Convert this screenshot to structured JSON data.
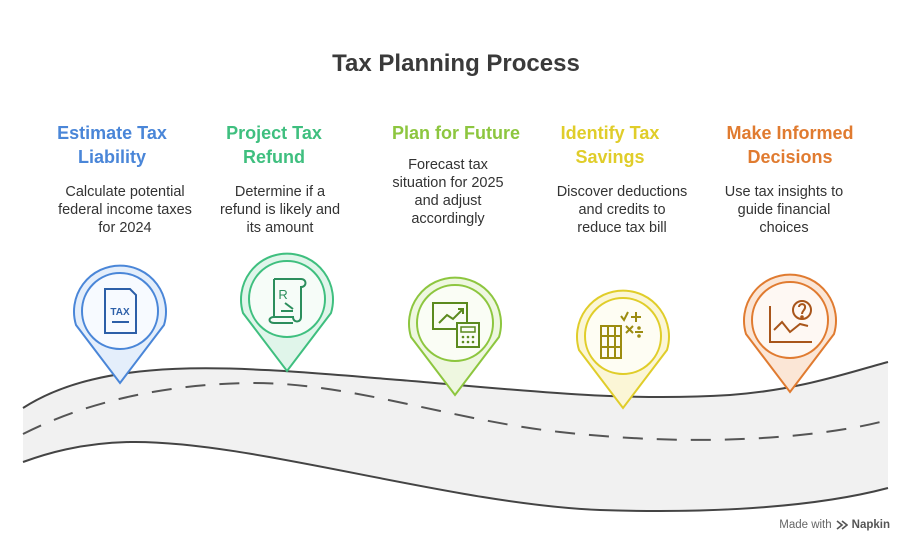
{
  "title": "Tax Planning Process",
  "steps": [
    {
      "title_line1": "Estimate Tax",
      "title_line2": "Liability",
      "desc": [
        "Calculate potential",
        "federal income taxes",
        "for 2024"
      ],
      "color": "#4a86d8",
      "icon": "tax-document-icon",
      "icon_text": "TAX"
    },
    {
      "title_line1": "Project Tax",
      "title_line2": "Refund",
      "desc": [
        "Determine if a",
        "refund is likely and",
        "its amount"
      ],
      "color": "#3fbf7f",
      "icon": "prescription-scroll-icon",
      "icon_text": "R"
    },
    {
      "title_line1": "Plan for Future",
      "title_line2": "",
      "desc": [
        "Forecast tax",
        "situation for 2025",
        "and adjust",
        "accordingly"
      ],
      "color": "#8dc63f",
      "icon": "chart-calculator-icon",
      "icon_text": ""
    },
    {
      "title_line1": "Identify Tax",
      "title_line2": "Savings",
      "desc": [
        "Discover deductions",
        "and credits to",
        "reduce tax bill"
      ],
      "color": "#e0cd2a",
      "icon": "math-symbols-icon",
      "icon_text": ""
    },
    {
      "title_line1": "Make Informed",
      "title_line2": "Decisions",
      "desc": [
        "Use tax insights to",
        "guide financial",
        "choices"
      ],
      "color": "#e07b30",
      "icon": "question-chart-icon",
      "icon_text": ""
    }
  ],
  "footer": {
    "made_with": "Made with",
    "brand": "Napkin"
  }
}
